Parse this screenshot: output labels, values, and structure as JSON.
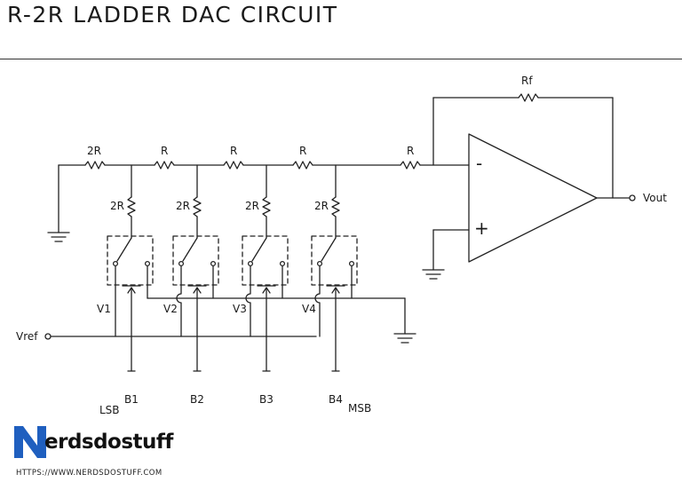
{
  "header": {
    "title": "R-2R LADDER DAC CIRCUIT"
  },
  "circuit": {
    "resistors": {
      "ladder_top": [
        "2R",
        "R",
        "R",
        "R",
        "R"
      ],
      "shunt": [
        "2R",
        "2R",
        "2R",
        "2R"
      ],
      "feedback": "Rf"
    },
    "opamp": {
      "inverting": "-",
      "noninverting": "+"
    },
    "voltages": [
      "V1",
      "V2",
      "V3",
      "V4"
    ],
    "vref": "Vref",
    "vout": "Vout",
    "bits": [
      "B1",
      "B2",
      "B3",
      "B4"
    ],
    "lsb": "LSB",
    "msb": "MSB"
  },
  "logo": {
    "mark": "N",
    "name": "erdsdostuff",
    "url": "HTTPS://WWW.NERDSDOSTUFF.COM",
    "colors": {
      "mark": "#1f5fbf"
    }
  }
}
